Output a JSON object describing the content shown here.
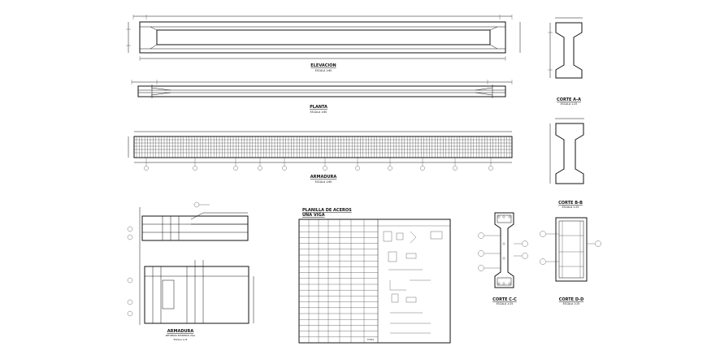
{
  "drawing": {
    "views": {
      "elevation": {
        "title": "ELEVACION",
        "scale": "ESCALA 1:60"
      },
      "plan": {
        "title": "PLANTA",
        "scale": "ESCALA 1:60"
      },
      "reinforcement": {
        "title": "ARMADURA",
        "scale": "ESCALA 1:60"
      },
      "section_a": {
        "title": "CORTE A-A",
        "scale": "ESCALA 1:25"
      },
      "section_b": {
        "title": "CORTE B-B",
        "scale": "ESCALA 1:25"
      },
      "section_c": {
        "title": "CORTE C-C",
        "scale": "ESCALA 1:25"
      },
      "section_d": {
        "title": "CORTE D-D",
        "scale": "ESCALA 1:25"
      },
      "detail": {
        "title": "ARMADURA",
        "note": "REFUERZO EXTREMOS VIGA",
        "scale": "ESCALA 1:25"
      }
    },
    "steel_schedule": {
      "title": "PLANILLA DE ACEROS",
      "subtitle": "UNA VIGA",
      "total_label": "TOTAL"
    }
  }
}
